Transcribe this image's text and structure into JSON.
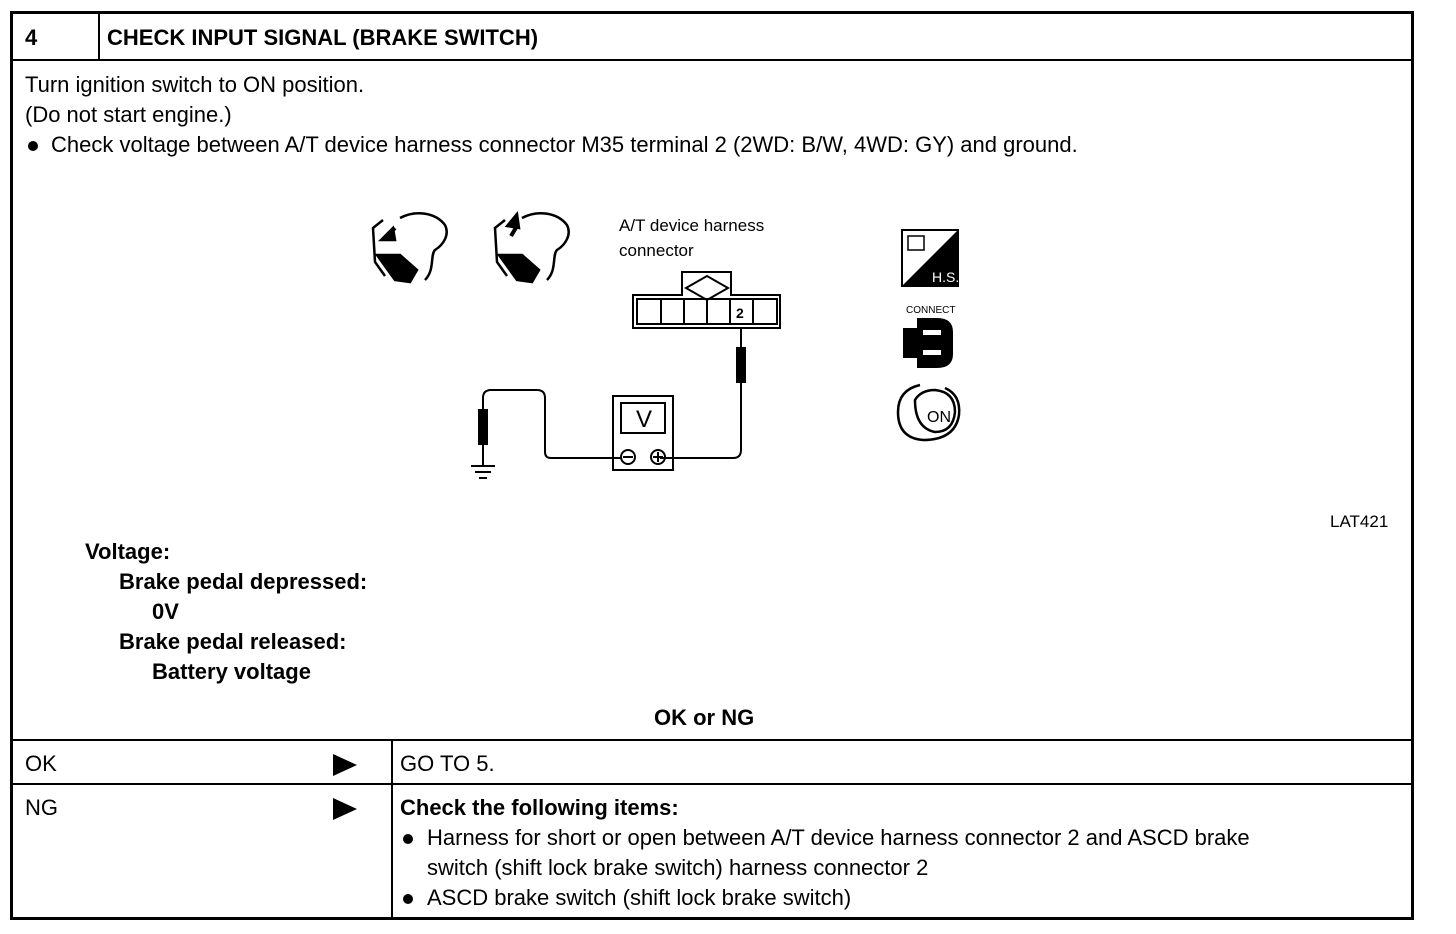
{
  "step": {
    "number": "4",
    "title": "CHECK INPUT SIGNAL (BRAKE SWITCH)"
  },
  "procedure": {
    "line1": "Turn ignition switch to ON position.",
    "line2": "(Do not start engine.)",
    "bullet": "Check voltage between A/T device harness connector M35 terminal 2 (2WD: B/W, 4WD: GY) and ground."
  },
  "diagram": {
    "connector_label_line1": "A/T device harness",
    "connector_label_line2": "connector",
    "terminal": "2",
    "meter_symbol": "V",
    "minus": "⊖",
    "plus": "⊕",
    "hs_label": "H.S.",
    "connect_label": "CONNECT",
    "key_label": "ON",
    "figure_id": "LAT421"
  },
  "spec": {
    "heading": "Voltage:",
    "depressed_label": "Brake pedal depressed:",
    "depressed_value": "0V",
    "released_label": "Brake pedal released:",
    "released_value": "Battery voltage"
  },
  "judgement": "OK or NG",
  "results": {
    "ok_label": "OK",
    "ok_action": "GO TO 5.",
    "ng_label": "NG",
    "ng_heading": "Check the following items:",
    "ng_item1_line1": "Harness for short or open between A/T device harness connector 2 and ASCD brake",
    "ng_item1_line2": "switch (shift lock brake switch) harness connector 2",
    "ng_item2": "ASCD brake switch (shift lock brake switch)"
  }
}
